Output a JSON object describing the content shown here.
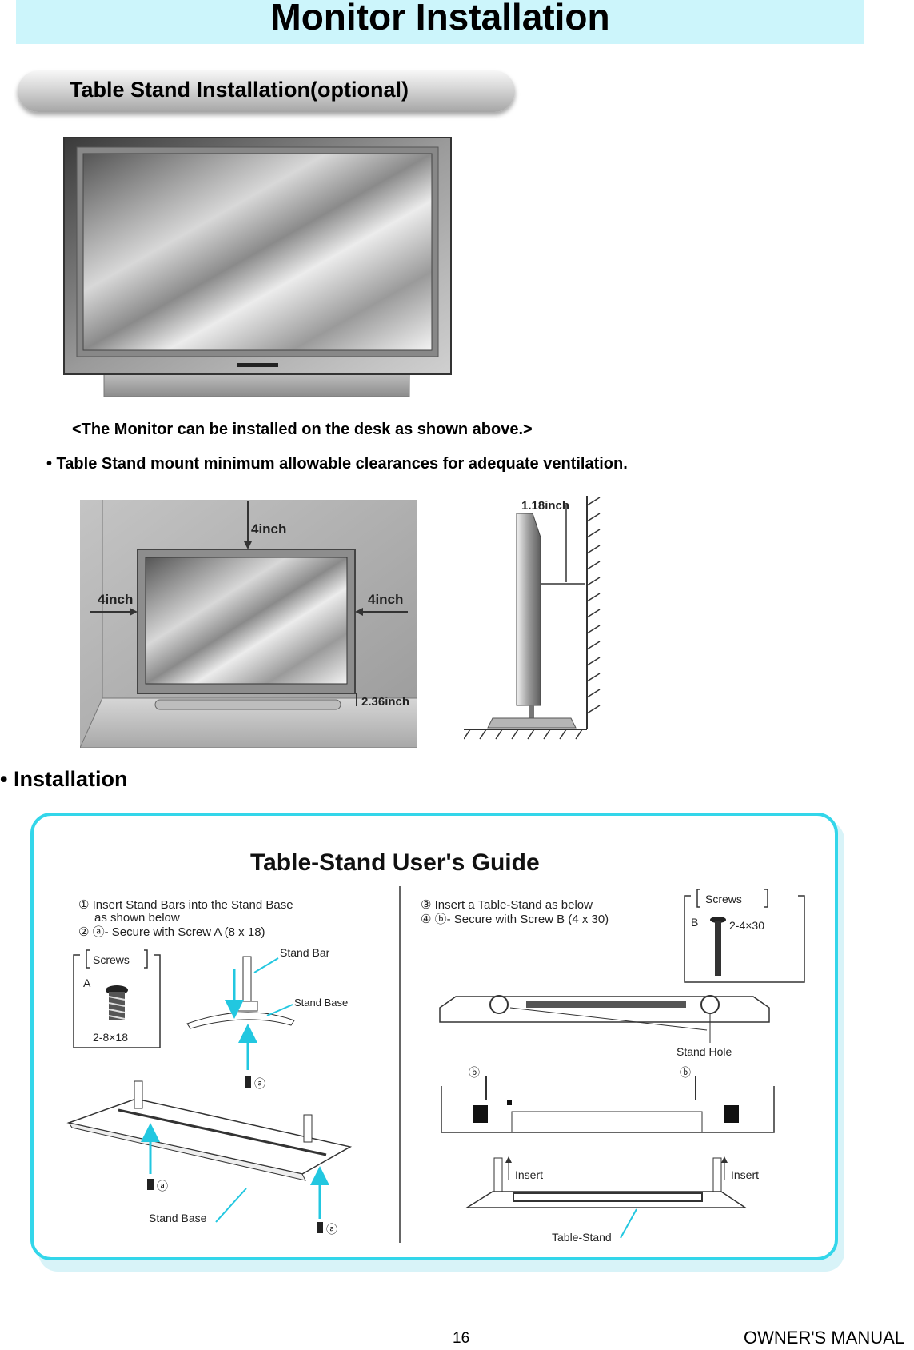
{
  "header": {
    "title": "Monitor Installation"
  },
  "section": {
    "title": "Table Stand Installation(optional)"
  },
  "figure1": {
    "caption": "<The Monitor can be installed on the desk as shown above.>"
  },
  "clearance": {
    "note": "• Table Stand mount minimum allowable clearances for adequate ventilation.",
    "top": "4inch",
    "left": "4inch",
    "right": "4inch",
    "bottom": "2.36inch",
    "rear": "1.18inch"
  },
  "installation": {
    "heading": "• Installation",
    "guide": {
      "title": "Table-Stand User's Guide",
      "step1": "① Insert Stand Bars into the Stand Base",
      "step1b": "as shown below",
      "step2": "② ⓐ- Secure with Screw A (8 x 18)",
      "step3": "③ Insert a Table-Stand as below",
      "step4": "④ ⓑ- Secure with Screw B (4 x 30)",
      "screws_label": "Screws",
      "screw_a_letter": "A",
      "screw_a_size": "2-8×18",
      "screw_b_letter": "B",
      "screw_b_size": "2-4×30",
      "stand_bar": "Stand Bar",
      "stand_base": "Stand Base",
      "stand_base_2": "Stand Base",
      "marker_a": "ⓐ",
      "marker_b": "ⓑ",
      "stand_hole": "Stand Hole",
      "insert": "Insert",
      "table_stand": "Table-Stand"
    }
  },
  "footer": {
    "page_number": "16",
    "label": "OWNER'S MANUAL"
  },
  "colors": {
    "title_bg": "#ccf5fb",
    "guide_border": "#33d6ea",
    "arrow": "#22c7e0"
  }
}
